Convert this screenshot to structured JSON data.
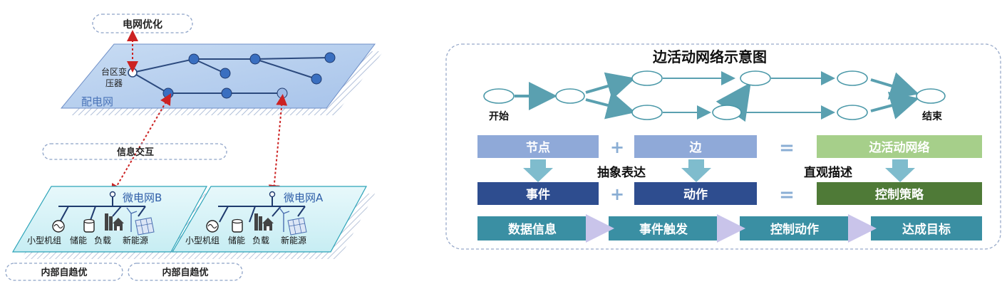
{
  "left": {
    "grid_optimization": "电网优化",
    "transformer_line1": "台区变",
    "transformer_line2": "压器",
    "distribution_network": "配电网",
    "info_exchange": "信息交互",
    "microgrid_b": {
      "title": "微电网B",
      "items": [
        "小型机组",
        "储能",
        "负载",
        "新能源"
      ],
      "internal": "内部自趋优"
    },
    "microgrid_a": {
      "title": "微电网A",
      "items": [
        "小型机组",
        "储能",
        "负载",
        "新能源"
      ],
      "internal": "内部自趋优"
    }
  },
  "right": {
    "title": "边活动网络示意图",
    "start_label": "开始",
    "end_label": "结束",
    "row1": {
      "node": "节点",
      "edge": "边",
      "result": "边活动网络"
    },
    "abstract_label": "抽象表达",
    "intuitive_label": "直观描述",
    "row2": {
      "event": "事件",
      "action": "动作",
      "result": "控制策略"
    },
    "plus": "+",
    "equals": "=",
    "flow": [
      "数据信息",
      "事件触发",
      "控制动作",
      "达成目标"
    ]
  },
  "colors": {
    "node_blue": "#3a6fc0",
    "light_box": "#8fa9d8",
    "light_green": "#a6cf8a",
    "dark_blue": "#2e4d8f",
    "dark_green": "#4f7a37",
    "teal": "#3a8fa3",
    "network_teal": "#5aa0b0",
    "arrow_teal": "#7fbccd",
    "dashed_red": "#cc2222"
  }
}
